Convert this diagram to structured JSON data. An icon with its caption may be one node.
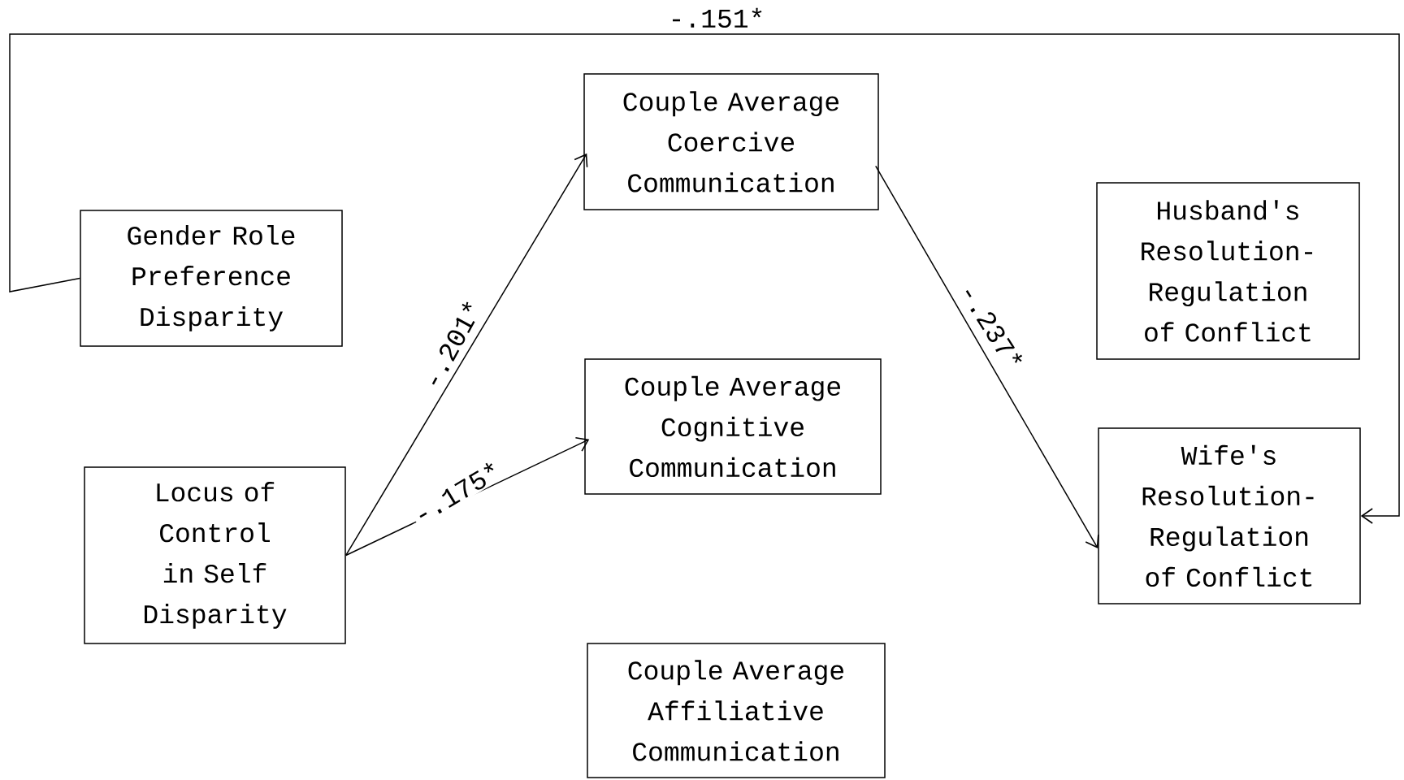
{
  "diagram": {
    "nodes": [
      {
        "text": [
          "Gender Role Preference Disparity"
        ]
      },
      {
        "text": [
          "Locus of Control in Self Disparity"
        ]
      },
      {
        "text": [
          "Couple Average Coercive Communication"
        ]
      },
      {
        "text": [
          "Couple Average Cognitive Communication"
        ]
      },
      {
        "text": [
          "Couple Average Affiliative Communication"
        ]
      },
      {
        "text": [
          "Husband's Resolution-Regulation of Conflict"
        ]
      },
      {
        "text": [
          "Wife's Resolution-Regulation of Conflict"
        ]
      }
    ],
    "edges": [
      {
        "from": 0,
        "to": 6,
        "arrow": "to",
        "label": "-.151*"
      },
      {
        "from": 1,
        "to": 2,
        "arrow": "to",
        "label": "-.201*"
      },
      {
        "from": 1,
        "to": 3,
        "arrow": "to",
        "label": "-.175*"
      },
      {
        "from": 2,
        "to": 6,
        "arrow": "to",
        "label": "-.237*"
      }
    ]
  }
}
